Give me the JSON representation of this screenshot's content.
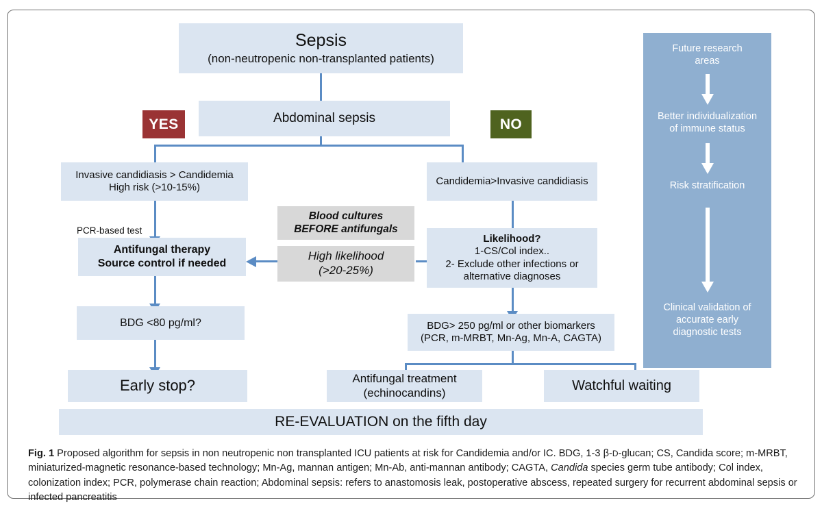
{
  "figure": {
    "label": "Fig. 1",
    "caption_text": "Proposed algorithm for sepsis in non neutropenic non transplanted ICU patients at risk for Candidemia and/or IC. BDG, 1-3 β-D-glucan; CS, Candida score; m-MRBT, miniaturized-magnetic resonance-based technology; Mn-Ag, mannan antigen; Mn-Ab, anti-mannan antibody; CAGTA, Candida species germ tube antibody; Col index, colonization index; PCR, polymerase chain reaction; Abdominal sepsis: refers to anastomosis leak, postoperative abscess, repeated surgery for recurrent abdominal sepsis or infected pancreatitis"
  },
  "colors": {
    "node_fill": "#dbe5f1",
    "gray_fill": "#d8d8d8",
    "connector": "#5b8cc4",
    "yes_badge": "#9a3334",
    "no_badge": "#4f631f",
    "panel_fill": "#8fafd0"
  },
  "flow": {
    "sepsis_title": "Sepsis",
    "sepsis_subtitle": "(non-neutropenic non-transplanted patients)",
    "abdominal_sepsis": "Abdominal sepsis",
    "badge_yes": "YES",
    "badge_no": "NO",
    "left_branch_line1": "Invasive candidiasis > Candidemia",
    "left_branch_line2": "High risk (>10-15%)",
    "pcr_label": "PCR-based test",
    "antifungal_therapy_line1": "Antifungal therapy",
    "antifungal_therapy_line2": "Source control if needed",
    "bdg_low": "BDG <80 pg/ml?",
    "early_stop": "Early stop?",
    "blood_cultures_line1": "Blood cultures",
    "blood_cultures_line2": "BEFORE antifungals",
    "high_likelihood_line1": "High likelihood",
    "high_likelihood_line2": "(>20-25%)",
    "right_branch": "Candidemia>Invasive candidiasis",
    "likelihood_title": "Likelihood?",
    "likelihood_line1": "1-CS/Col index..",
    "likelihood_line2": "2- Exclude other infections or",
    "likelihood_line3": "alternative diagnoses",
    "bdg_high_line1": "BDG> 250 pg/ml or other biomarkers",
    "bdg_high_line2": "(PCR, m-MRBT, Mn-Ag, Mn-A, CAGTA)",
    "antifungal_treatment_line1": "Antifungal treatment",
    "antifungal_treatment_line2": "(echinocandins)",
    "watchful_waiting": "Watchful waiting",
    "reevaluation": "RE-EVALUATION on the fifth day"
  },
  "research_panel": {
    "heading_line1": "Future research",
    "heading_line2": "areas",
    "item1_line1": "Better individualization",
    "item1_line2": "of immune status",
    "item2": "Risk stratification",
    "item3_line1": "Clinical validation of",
    "item3_line2": "accurate early",
    "item3_line3": "diagnostic tests"
  }
}
